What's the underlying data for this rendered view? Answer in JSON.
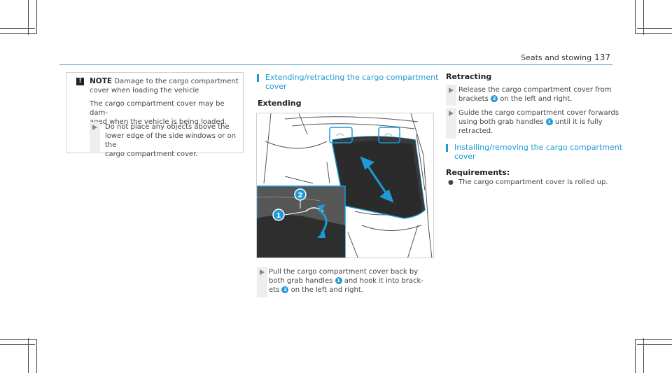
{
  "header": {
    "section": "Seats and stowing",
    "page": "137"
  },
  "note": {
    "icon": "warning-icon",
    "icon_glyph": "!",
    "title": "NOTE",
    "title_text": "Damage to the cargo compartment",
    "title_text2": "cover when loading the vehicle",
    "para1_l1": "The cargo compartment cover may be dam-",
    "para1_l2": "aged when the vehicle is being loaded.",
    "step_l1": "Do not place any objects above the",
    "step_l2": "lower edge of the side windows or on the",
    "step_l3": "cargo compartment cover."
  },
  "section1": {
    "title_l1": "Extending/retracting the cargo compartment",
    "title_l2": "cover",
    "sub": "Extending",
    "figure_label1": "1",
    "figure_label2": "2",
    "step_l1": "Pull the cargo compartment cover back by",
    "step_l2a": "both grab handles",
    "step_l2b": "and hook it into brack-",
    "step_l3a": "ets",
    "step_l3b": "on the left and right."
  },
  "section2": {
    "sub": "Retracting",
    "s1_l1": "Release the cargo compartment cover from",
    "s1_l2a": "brackets",
    "s1_l2b": "on the left and right.",
    "s2_l1": "Guide the cargo compartment cover forwards",
    "s2_l2a": "using both grab handles",
    "s2_l2b": "until it is fully",
    "s2_l3": "retracted.",
    "title_l1": "Installing/removing the cargo compartment",
    "title_l2": "cover",
    "req": "Requirements:",
    "bullet": "The cargo compartment cover is rolled up."
  },
  "badges": {
    "one": "1",
    "two": "2"
  }
}
